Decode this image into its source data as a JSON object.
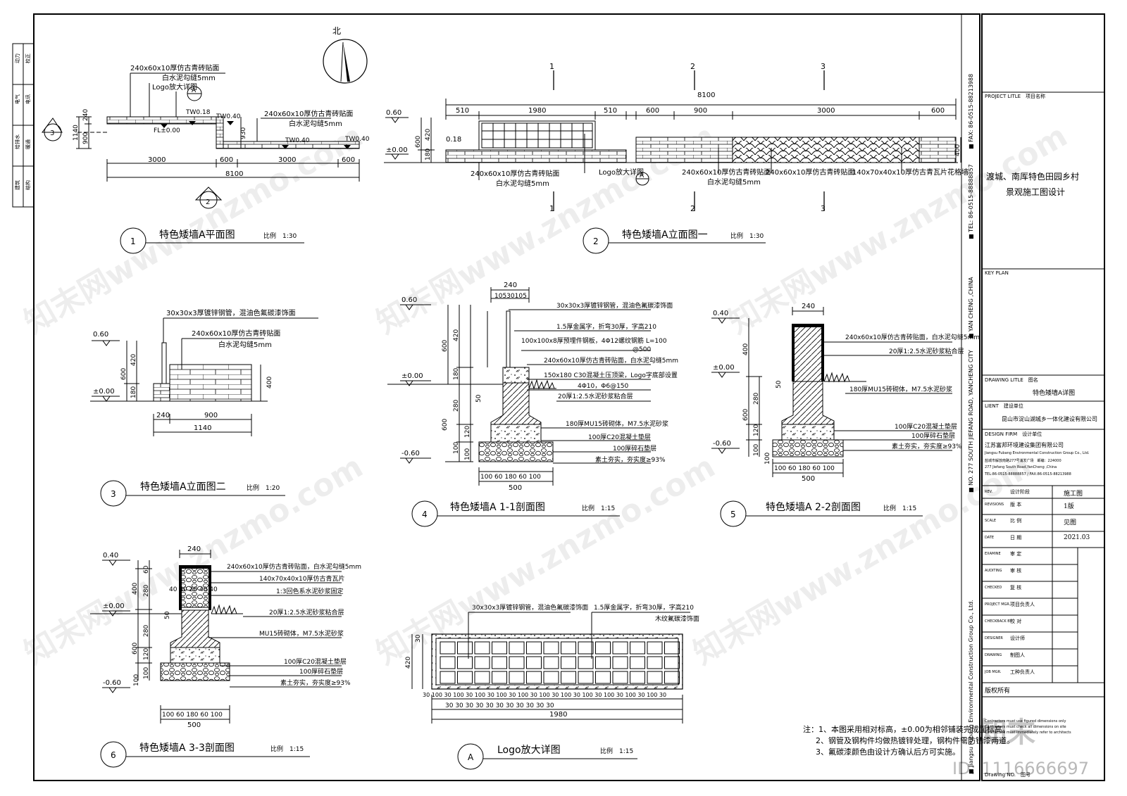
{
  "north": "北",
  "plan": {
    "num": "1",
    "title": "特色矮墙A平面图",
    "scale": "比例　1:30",
    "lbl_a": "240x60x10厚仿古青砖贴面",
    "lbl_b": "白水泥勾缝5mm",
    "lbl_c": "Logo放大详图",
    "lbl_d": "240x60x10厚仿古青砖贴面",
    "lbl_e": "白水泥勾缝5mm",
    "tw1": "TW0.18",
    "tw2": "TW0.40",
    "tw3": "TW0.40",
    "tw4": "TW0.40",
    "fl": "FL±0.00",
    "d_240": "240",
    "d_900": "900",
    "d_1140": "1140",
    "d_930": "930",
    "d_3000a": "3000",
    "d_600a": "600",
    "d_3000b": "3000",
    "d_600b": "600",
    "d_8100": "8100",
    "sec3": "3",
    "sec2": "2",
    "secA": "A"
  },
  "elev1": {
    "num": "2",
    "title": "特色矮墙A立面图一",
    "scale": "比例　1:30",
    "total": "8100",
    "dims": [
      "510",
      "1980",
      "510",
      "600",
      "900",
      "3000",
      "600"
    ],
    "e060": "0.60",
    "e018": "0.18",
    "e000": "±0.00",
    "h600": "600",
    "h420": "420",
    "h180": "180",
    "h400": "400",
    "l1": "240x60x10厚仿古青砖贴面",
    "l2": "白水泥勾缝5mm",
    "l3": "Logo放大详图",
    "l4": "240x60x10厚仿古青砖贴面",
    "l5": "白水泥勾缝5mm",
    "l6": "240x60x10厚仿古青砖贴面",
    "l7": "140x70x40x10厚仿古青瓦片花格墙",
    "s1": "1",
    "s2": "2",
    "s3": "3",
    "secA": "A"
  },
  "elev2": {
    "num": "3",
    "title": "特色矮墙A立面图二",
    "scale": "比例　1:20",
    "l1": "30x30x3厚镀锌钢管，混油色氟碳漆饰面",
    "l2": "240x60x10厚仿古青砖贴面",
    "l3": "白水泥勾缝5mm",
    "e060": "0.60",
    "e000": "±0.00",
    "h600": "600",
    "h420": "420",
    "h180": "180",
    "h400": "400",
    "d240": "240",
    "d900": "900",
    "d1140": "1140"
  },
  "sec1": {
    "num": "4",
    "title": "特色矮墙A 1-1剖面图",
    "scale": "比例　1:15",
    "top240": "240",
    "top2": "10530105",
    "e060": "0.60",
    "e000": "±0.00",
    "en060": "-0.60",
    "h600a": "600",
    "h420": "420",
    "h180": "180",
    "h280": "280",
    "h600b": "600",
    "h120": "120",
    "h100a": "100",
    "h100b": "100",
    "h50": "50",
    "l1": "30x30x3厚镀锌钢管，混油色氟碳漆饰面",
    "l2": "1.5厚金属字，折弯30厚，字高210",
    "l3": "100x100x8厚预埋件钢板，4Φ12螺纹钢筋 L=100",
    "l3b": "@500",
    "l4": "240x60x10厚仿古青砖贴面，白水泥勾缝5mm",
    "l5": "150x180 C30混凝土压顶梁，Logo字底部设置",
    "l6": "4Φ10，Φ6@150",
    "l7": "20厚1:2.5水泥砂浆粘合层",
    "l8": "180厚MU15砖砌体，M7.5水泥砂浆",
    "l9": "100厚C20混凝土垫层",
    "l10": "100厚碎石垫层",
    "l11": "素土夯实，夯实度≥93%",
    "b": "100 60 180 60 100",
    "b500": "500"
  },
  "sec2": {
    "num": "5",
    "title": "特色矮墙A 2-2剖面图",
    "scale": "比例　1:15",
    "top240": "240",
    "e040": "0.40",
    "e000": "±0.00",
    "en060": "-0.60",
    "h400": "400",
    "h600": "600",
    "h280": "280",
    "h120": "120",
    "h100a": "100",
    "h100b": "100",
    "h50": "50",
    "l1": "240x60x10厚仿古青砖贴面，白水泥勾缝5mm",
    "l2": "20厚1:2.5水泥砂浆粘合层",
    "l3": "180厚MU15砖砌体，M7.5水泥砂浆",
    "l4": "100厚C20混凝土垫层",
    "l5": "100厚碎石垫层",
    "l6": "素土夯实，夯实度≥93%",
    "b": "100 60 180 60 100",
    "b500": "500"
  },
  "sec3": {
    "num": "6",
    "title": "特色矮墙A 3-3剖面图",
    "scale": "比例　1:15",
    "top240": "240",
    "e040": "0.40",
    "e000": "±0.00",
    "en060": "-0.60",
    "h400": "400",
    "h600": "600",
    "h280a": "280",
    "h280b": "280",
    "h120": "120",
    "h100a": "100",
    "h100b": "100",
    "h60": "60",
    "h50": "50",
    "mid": "40 40 20 40 40",
    "l1": "240x60x10厚仿古青砖贴面，白水泥勾缝5mm",
    "l2": "140x70x40x10厚仿古青瓦片",
    "l3": "1:3回色系水泥砂浆固定",
    "l4": "20厚1:2.5水泥砂浆粘合层",
    "l5": "MU15砖砌体，M7.5水泥砂浆",
    "l6": "100厚C20混凝土垫层",
    "l7": "100厚碎石垫层",
    "l8": "素土夯实，夯实度≥93%",
    "b": "100 60 180 60 100",
    "b500": "500"
  },
  "logo": {
    "num": "A",
    "title": "Logo放大详图",
    "scale": "比例　1:15",
    "l1": "30x30x3厚镀锌钢管，混油色氟碳漆饰面",
    "l2": "1.5厚金属字，折弯30厚，字高210",
    "l3": "木纹氟碳漆饰面",
    "h420": "420",
    "h30": "30",
    "bottom": "30 100 30 100 30 100 30 100 30 100 30 100 30 100 30 100 30 100 30 100 30 100 30",
    "bottom2": "30 30 30 30 30 30 30 30 30 30 30",
    "w1980": "1980"
  },
  "notes": {
    "n1": "注：1、本图采用相对标高，±0.00为相邻铺装完成面标高。",
    "n2": "2、钢管及钢构件均做热镀锌处理，钢构件需防锈漆两道。",
    "n3": "3、氟碳漆颜色由设计方确认后方可实施。"
  },
  "strip": {
    "address": "■ NO. 277 SOUTH JIEFANG ROAD, YANCHENG CITY　　■ YAN CHENG ,CHINA",
    "tel": "■ TEL: 86-0515-88888857",
    "fax": "■ FAX: 86-0515-88213988",
    "company": "■ Jiangsu Fubang Environmental Construction Group Co., Ltd."
  },
  "left_strip": [
    "动力",
    "校正",
    "电气",
    "电讯",
    "给排水",
    "暖通",
    "建筑",
    "结构"
  ],
  "title_block": {
    "project_label": "PROJECT LITLE　项目名称",
    "project_name1": "渡城、南厍特色田园乡村",
    "project_name2": "景观施工图设计",
    "key_plan": "KEY PLAN",
    "drawing_label": "DRAWING LITLE　图名",
    "drawing_name": "特色矮墙A详图",
    "client_label": "LIENT　建设单位",
    "client_name": "昆山市淀山湖城乡一体化建设有限公司",
    "firm_label": "DESIGN FIRM　设计单位",
    "firm_cn": "江苏富邦环境建设集团有限公司",
    "firm_en": "Jiangsu Fubang Environmental Construction Group Co., Ltd.",
    "firm_addr1": "盐城市解放南路277号浦发广场　邮编：224000",
    "firm_addr2": "277 Jiefang South Road,YanCheng ,China",
    "firm_tel": "TEL:86-0515-88888857 / FAX:86-0515-88213988",
    "rows": [
      {
        "k": "REV.",
        "c": "设计阶段",
        "v": "施工图"
      },
      {
        "k": "REVISIONS",
        "c": "版 本",
        "v": "1版"
      },
      {
        "k": "SCALE",
        "c": "比 例",
        "v": "见图"
      },
      {
        "k": "DATE",
        "c": "日 期",
        "v": "2021.03"
      },
      {
        "k": "EXAMINE",
        "c": "审 定",
        "v": ""
      },
      {
        "k": "AUDITING",
        "c": "审 核",
        "v": ""
      },
      {
        "k": "CHECKED",
        "c": "复 核",
        "v": ""
      },
      {
        "k": "PROJECT MGR.",
        "c": "项目负责人",
        "v": ""
      },
      {
        "k": "CHECKBACK BY",
        "c": "校 对",
        "v": ""
      },
      {
        "k": "DESIGNER",
        "c": "设计师",
        "v": ""
      },
      {
        "k": "DRAWING",
        "c": "制图人",
        "v": ""
      },
      {
        "k": "JOB MGR.",
        "c": "工种负责人",
        "v": ""
      }
    ],
    "copyright": "版权所有",
    "copy_note1": "Contractors must use figured dimensions only",
    "copy_note2": "Contractors must check all dimensions on site",
    "copy_note3": "Contractors must immediately refer to architects",
    "drawing_no": "Drawing NO.　图号"
  },
  "watermark_id": "ID: 1116666697",
  "watermark_brand": "知末",
  "watermark_url": "知末网www.znzmo.com"
}
